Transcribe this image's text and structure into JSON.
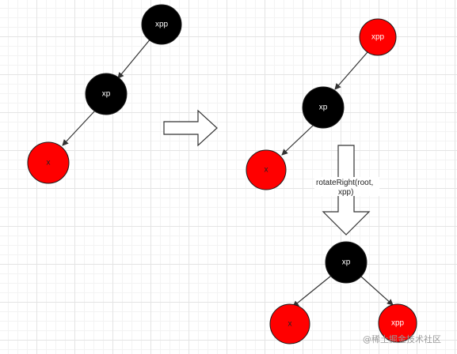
{
  "colors": {
    "black_node": "#000000",
    "red_node": "#ff0000",
    "node_stroke": "#1a1a1a",
    "edge": "#333333",
    "arrow_fill": "#ffffff",
    "arrow_stroke": "#333333"
  },
  "diagram_1": {
    "xpp": {
      "label": "xpp",
      "color": "black"
    },
    "xp": {
      "label": "xp",
      "color": "black"
    },
    "x": {
      "label": "x",
      "color": "red"
    }
  },
  "diagram_2": {
    "xpp": {
      "label": "xpp",
      "color": "red"
    },
    "xp": {
      "label": "xp",
      "color": "black"
    },
    "x": {
      "label": "x",
      "color": "red"
    }
  },
  "diagram_3": {
    "xp": {
      "label": "xp",
      "color": "black"
    },
    "x": {
      "label": "x",
      "color": "red"
    },
    "xpp": {
      "label": "xpp",
      "color": "red"
    }
  },
  "operation": {
    "line1": "rotateRight(root,",
    "line2": "xpp)"
  },
  "watermark": "@稀土掘金技术社区"
}
